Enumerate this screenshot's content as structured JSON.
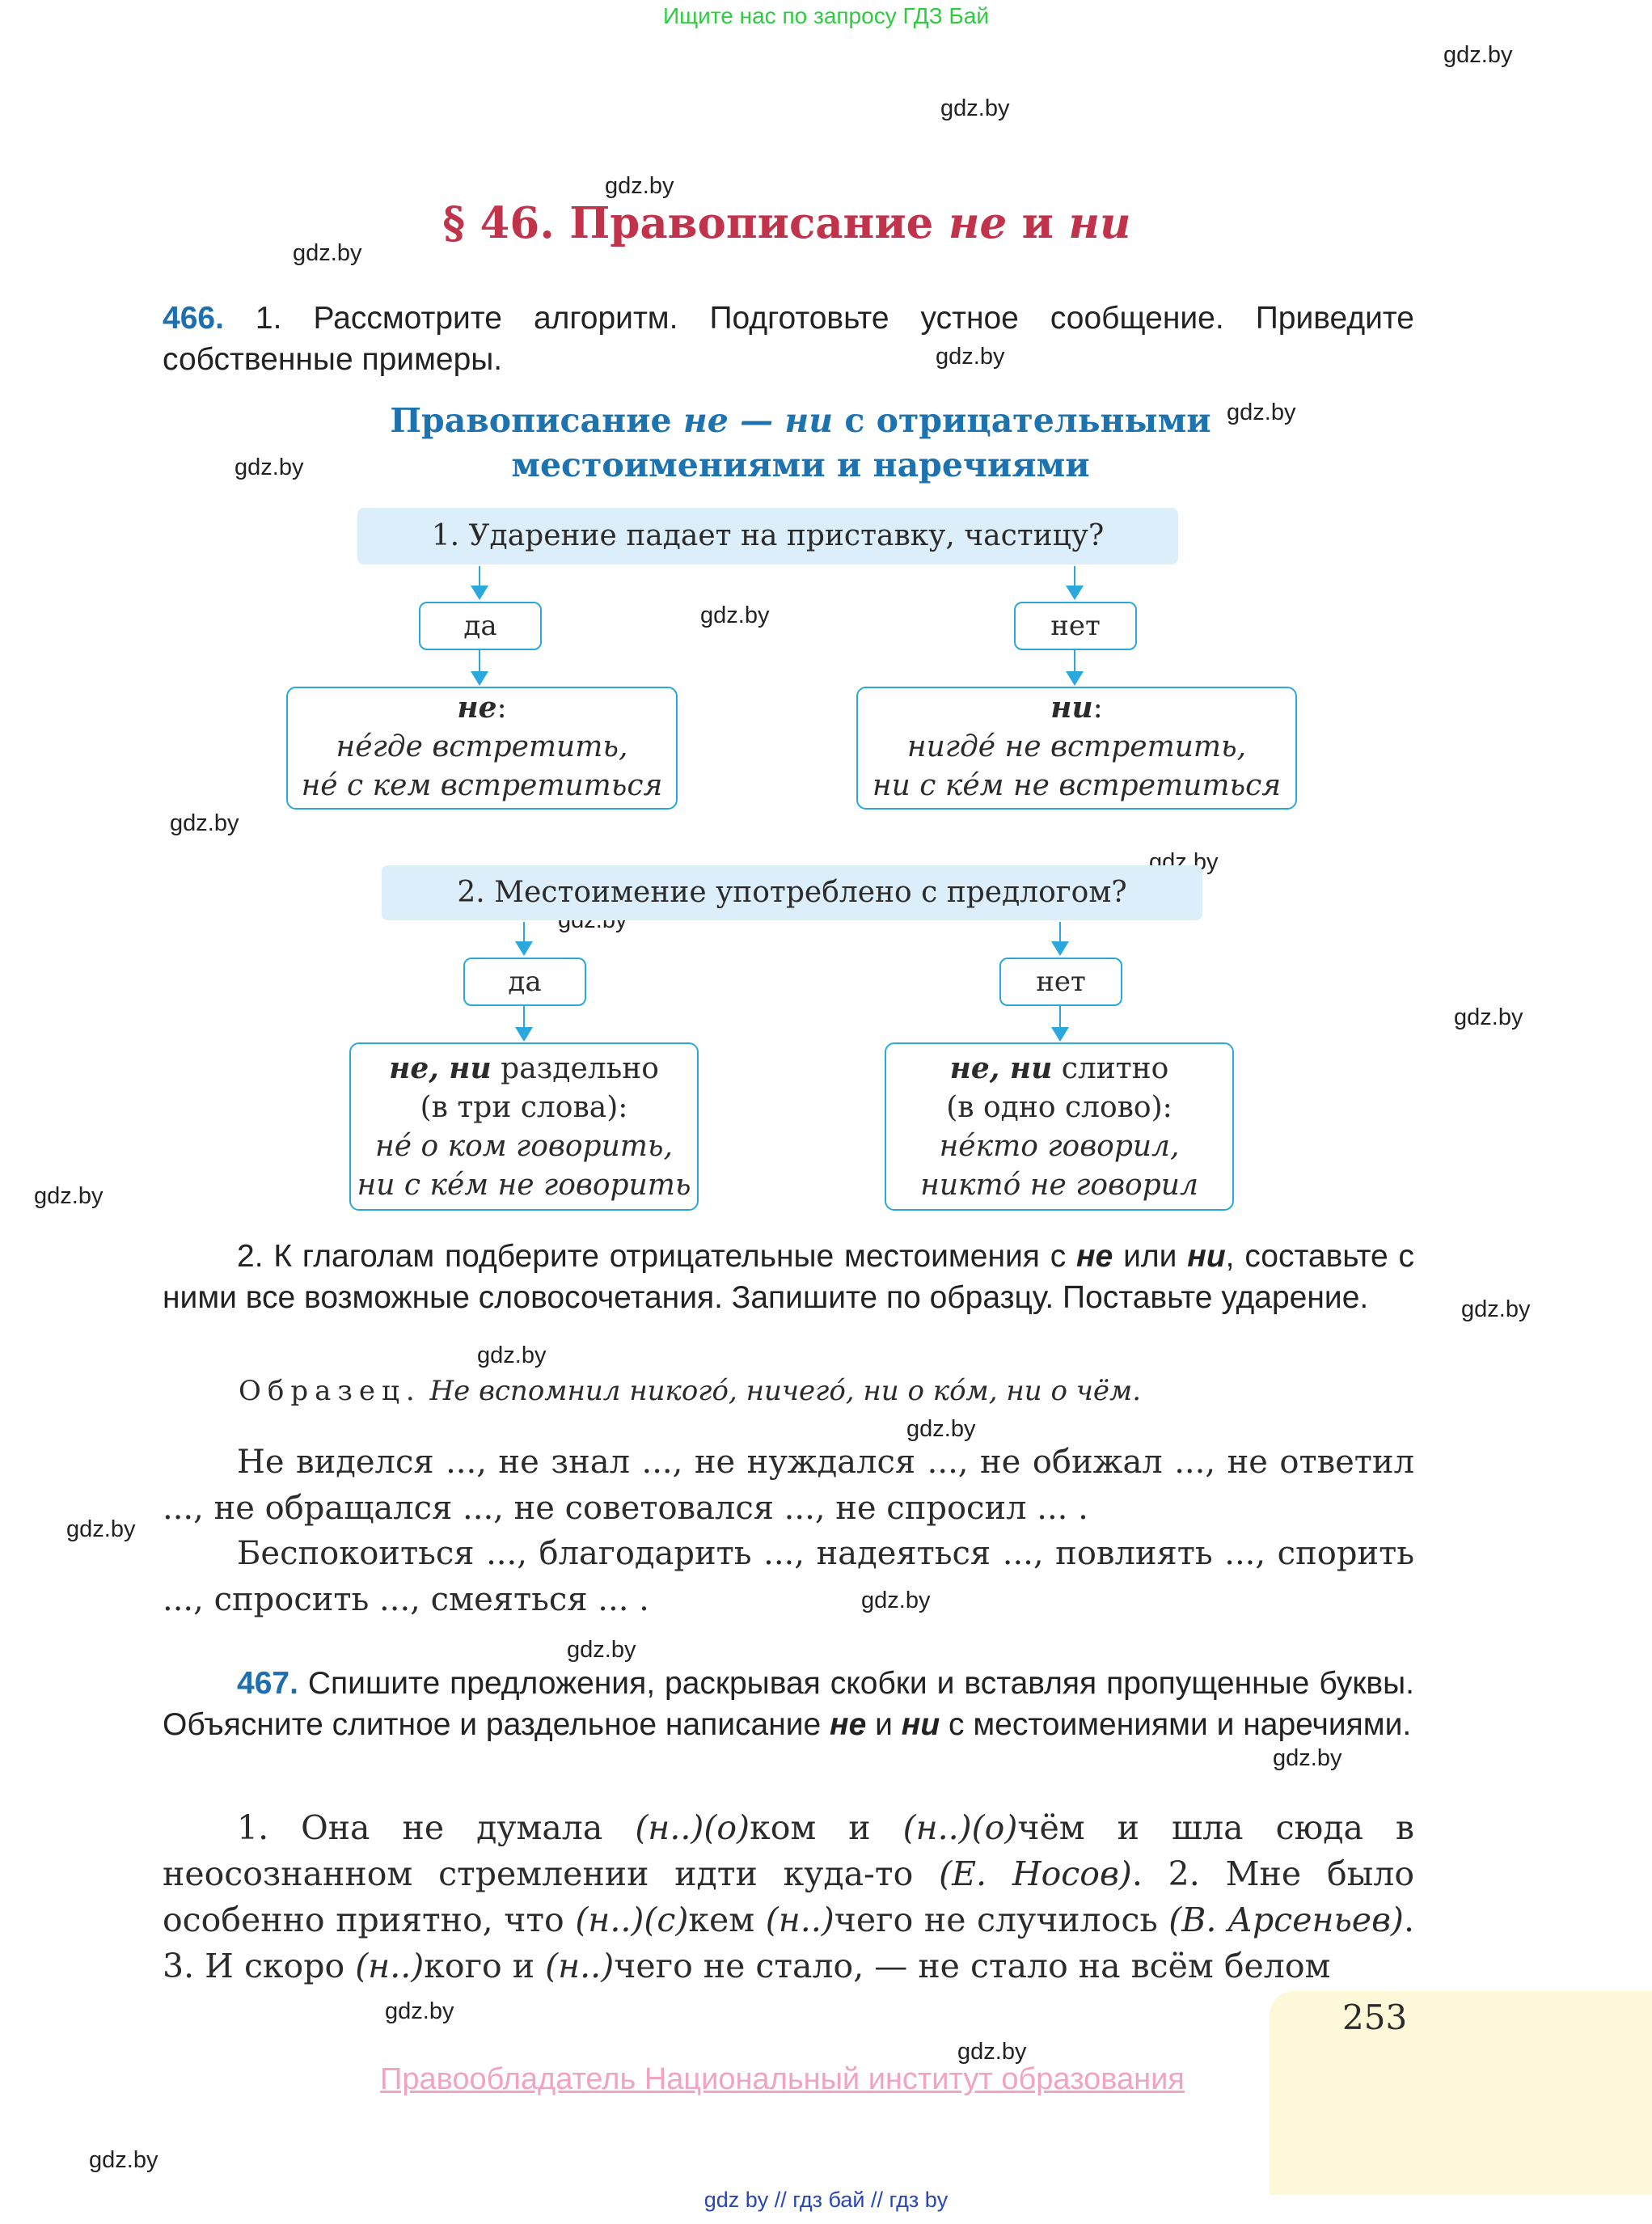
{
  "top_note": "Ищите нас по запросу ГДЗ Бай",
  "watermark": "gdz.by",
  "section": {
    "prefix": "§ 46. Правописание ",
    "w1": "не",
    "mid": " и ",
    "w2": "ни"
  },
  "ex466": {
    "num": "466.",
    "text": " 1. Рассмотрите алгоритм. Подготовьте устное сообщение. Приведите собственные примеры."
  },
  "algorithm": {
    "title_a": "Правописание ",
    "title_b": "не — ни",
    "title_c": " с отрицательными",
    "title_line2": "местоимениями и наречиями",
    "q1": "1. Ударение падает на приставку, частицу?",
    "q1_yes": "да",
    "q1_no": "нет",
    "q1_yes_head": "не",
    "q1_yes_ex1": "не́где встретить,",
    "q1_yes_ex2": "не́ с кем встретиться",
    "q1_no_head": "ни",
    "q1_no_ex1": "нигде́ не встретить,",
    "q1_no_ex2": "ни с ке́м не встретиться",
    "q2": "2. Местоимение употреблено с предлогом?",
    "q2_yes": "да",
    "q2_no": "нет",
    "q2_yes_head": "не, ни",
    "q2_yes_rule": " раздельно",
    "q2_yes_rule2": "(в три слова):",
    "q2_yes_ex1": "не́ о ком говорить,",
    "q2_yes_ex2": "ни с ке́м не говорить",
    "q2_no_head": "не, ни",
    "q2_no_rule": " слитно",
    "q2_no_rule2": "(в одно слово):",
    "q2_no_ex1": "не́кто говорил,",
    "q2_no_ex2": "никто́ не говорил"
  },
  "task2": {
    "a": "2. К глаголам подберите отрицательные местоимения с ",
    "b": "не",
    "c": " или ",
    "d": "ни",
    "e": ", составьте с ними все возможные словосочетания. Запишите по образцу. Поставьте ударение."
  },
  "sample": {
    "label": "Образец.",
    "text": " Не вспомнил никого́, ничего́, ни о ко́м, ни о чём."
  },
  "lines": {
    "l1": "Не виделся ..., не знал ..., не нуждался ..., не обижал ..., не ответил ..., не обращался ..., не советовался ..., не спросил ... .",
    "l2": "Беспокоиться ..., благодарить ..., надеяться ..., повлиять ..., спорить ..., спросить ..., смеяться ... ."
  },
  "ex467": {
    "num": "467.",
    "a": " Спишите предложения, раскрывая скобки и вставляя пропущенные буквы. Объясните слитное и раздельное написание ",
    "b": "не",
    "c": " и ",
    "d": "ни",
    "e": " с местоимениями и наречиями."
  },
  "ex467_text": {
    "p1": "1. Она не думала ",
    "p2": "(н..)(о)",
    "p3": "ком и ",
    "p4": "(н..)(о)",
    "p5": "чём и шла сюда в неосознанном стремлении идти куда-то ",
    "p6": "(Е. Носов)",
    "p7": ". 2. Мне было особенно приятно, что ",
    "p8": "(н..)(с)",
    "p9": "кем ",
    "p10": "(н..)",
    "p11": "чего не случилось ",
    "p12": "(В. Арсеньев)",
    "p13": ". 3. И скоро ",
    "p14": "(н..)",
    "p15": "кого и ",
    "p16": "(н..)",
    "p17": "чего не стало, — не стало на всём белом"
  },
  "page_number": "253",
  "copyright": "Правообладатель Национальный институт образования",
  "footer": "gdz by  //  гдз бай  //  гдз by"
}
